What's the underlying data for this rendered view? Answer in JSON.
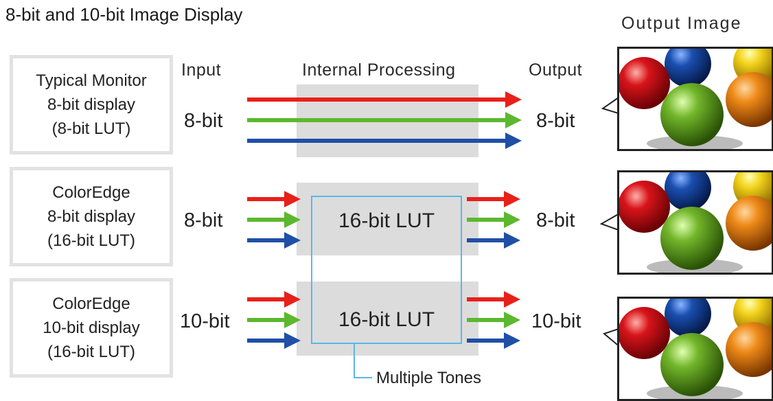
{
  "title": "8-bit and 10-bit Image Display",
  "headers": {
    "input": "Input",
    "internal": "Internal Processing",
    "output": "Output",
    "output_image": "Output Image"
  },
  "rows": [
    {
      "name_lines": [
        "Typical Monitor",
        "8-bit display",
        "(8-bit LUT)"
      ],
      "input": "8-bit",
      "lut": "",
      "output": "8-bit"
    },
    {
      "name_lines": [
        "ColorEdge",
        "8-bit display",
        "(16-bit LUT)"
      ],
      "input": "8-bit",
      "lut": "16-bit LUT",
      "output": "8-bit"
    },
    {
      "name_lines": [
        "ColorEdge",
        "10-bit display",
        "(16-bit LUT)"
      ],
      "input": "10-bit",
      "lut": "16-bit LUT",
      "output": "10-bit"
    }
  ],
  "callout": "Multiple Tones",
  "colors": {
    "red": "#e8201a",
    "green": "#5cb82e",
    "blue": "#1f4fa6",
    "process_bg": "#dcdcdc",
    "lut_border": "#5ab8e6"
  }
}
